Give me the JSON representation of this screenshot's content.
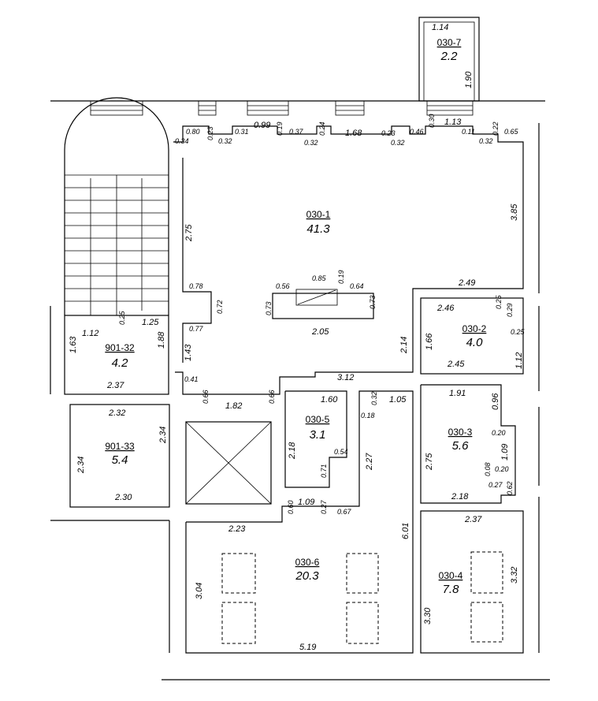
{
  "rooms": [
    {
      "id": "030-7",
      "area": "2.2"
    },
    {
      "id": "030-1",
      "area": "41.3"
    },
    {
      "id": "030-2",
      "area": "4.0"
    },
    {
      "id": "901-32",
      "area": "4.2"
    },
    {
      "id": "901-33",
      "area": "5.4"
    },
    {
      "id": "030-5",
      "area": "3.1"
    },
    {
      "id": "030-3",
      "area": "5.6"
    },
    {
      "id": "030-6",
      "area": "20.3"
    },
    {
      "id": "030-4",
      "area": "7.8"
    }
  ],
  "dimensions": {
    "d1_14": "1.14",
    "d1_90": "1.90",
    "d0_30": "0.30",
    "d1_13": "1.13",
    "d0_80": "0.80",
    "d0_23a": "0.23",
    "d0_34": "0.34",
    "d0_32a": "0.32",
    "d0_31": "0.31",
    "d0_99": "0.99",
    "d0_19a": "0.19",
    "d0_37": "0.37",
    "d0_32b": "0.32",
    "d0_24": "0.24",
    "d1_68": "1.68",
    "d0_23b": "0.23",
    "d0_32c": "0.32",
    "d0_46": "0.46",
    "d0_11": "0.11",
    "d0_32d": "0.32",
    "d0_22": "0.22",
    "d0_65": "0.65",
    "d2_75a": "2.75",
    "d3_85": "3.85",
    "d2_49": "2.49",
    "d0_78": "0.78",
    "d0_72": "0.72",
    "d0_77": "0.77",
    "d1_43": "1.43",
    "d1_88": "1.88",
    "d0_56a": "0.56",
    "d0_85": "0.85",
    "d0_19b": "0.19",
    "d0_64": "0.64",
    "d0_73a": "0.73",
    "d0_73b": "0.73",
    "d2_05": "2.05",
    "d2_46": "2.46",
    "d0_25a": "0.25",
    "d0_29": "0.29",
    "d0_25b": "0.25",
    "d1_66": "1.66",
    "d2_14": "2.14",
    "d1_12a": "1.12",
    "d2_45": "2.45",
    "d1_12b": "1.12",
    "d0_25c": "0.25",
    "d1_25": "1.25",
    "d1_63": "1.63",
    "d2_37a": "2.37",
    "d0_41": "0.41",
    "d0_66a": "0.66",
    "d1_82": "1.82",
    "d0_66b": "0.66",
    "d3_12": "3.12",
    "d1_60": "1.60",
    "d0_32e": "0.32",
    "d0_18": "0.18",
    "d1_05": "1.05",
    "d1_91": "1.91",
    "d0_96": "0.96",
    "d0_20a": "0.20",
    "d1_09a": "1.09",
    "d0_08": "0.08",
    "d0_20b": "0.20",
    "d0_27a": "0.27",
    "d0_62": "0.62",
    "d2_75b": "2.75",
    "d2_18a": "2.18",
    "d2_32": "2.32",
    "d2_34a": "2.34",
    "d2_34b": "2.34",
    "d2_30": "2.30",
    "d2_18b": "2.18",
    "d0_54": "0.54",
    "d0_71": "0.71",
    "d2_27": "2.27",
    "d0_60": "0.60",
    "d1_09b": "1.09",
    "d0_27b": "0.27",
    "d0_67": "0.67",
    "d2_23": "2.23",
    "d6_01": "6.01",
    "d2_37b": "2.37",
    "d3_32": "3.32",
    "d3_04": "3.04",
    "d5_19": "5.19",
    "d3_30": "3.30"
  }
}
